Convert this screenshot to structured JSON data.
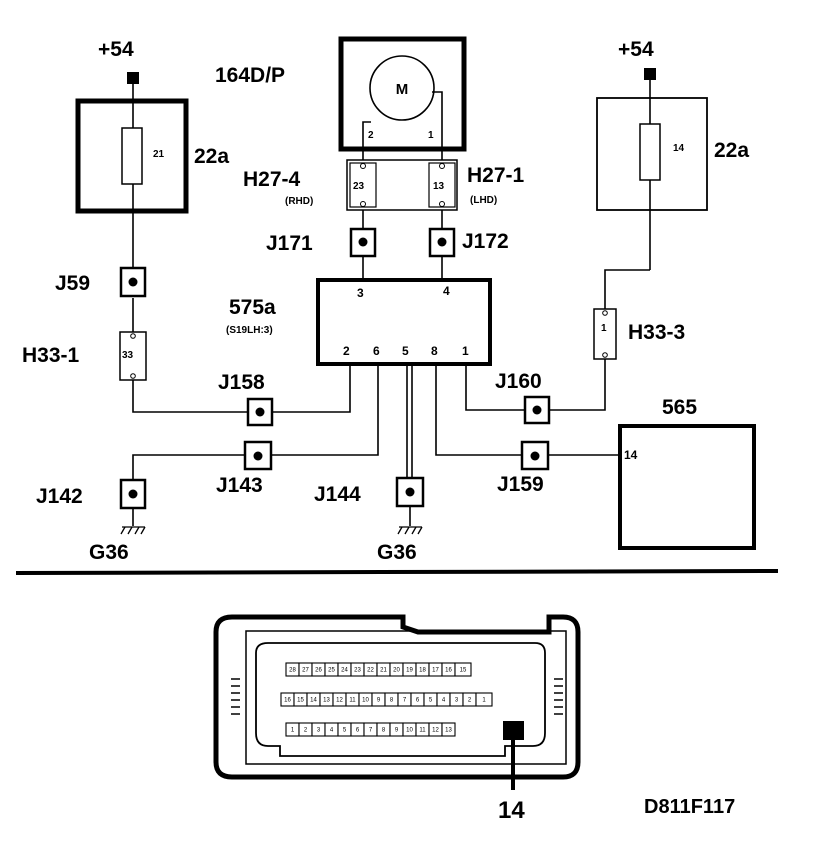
{
  "upper": {
    "supply_left": "+54",
    "supply_right": "+54",
    "fuse_left": {
      "name": "22a",
      "pin": "21"
    },
    "fuse_right": {
      "name": "22a",
      "pin": "14"
    },
    "motor": {
      "name": "164D/P",
      "symbol": "M",
      "pin_left": "2",
      "pin_right": "1"
    },
    "h27_left": {
      "name": "H27-4",
      "note": "(RHD)",
      "pin": "23"
    },
    "h27_right": {
      "name": "H27-1",
      "note": "(LHD)",
      "pin": "13"
    },
    "j171": "J171",
    "j172": "J172",
    "j59": "J59",
    "h33_1": {
      "name": "H33-1",
      "pin": "33"
    },
    "h33_3": {
      "name": "H33-3",
      "pin": "1"
    },
    "module": {
      "name": "575a",
      "note": "(S19LH:3)",
      "pin_top_left": "3",
      "pin_top_right": "4",
      "pins_bottom": [
        "2",
        "6",
        "5",
        "8",
        "1"
      ]
    },
    "j158": "J158",
    "j160": "J160",
    "j143": "J143",
    "j142": "J142",
    "j144": "J144",
    "j159": "J159",
    "ground_left": "G36",
    "ground_center": "G36",
    "ecu": {
      "name": "565",
      "pin": "14"
    }
  },
  "connector": {
    "row1": [
      "28",
      "27",
      "26",
      "25",
      "24",
      "23",
      "22",
      "21",
      "20",
      "19",
      "18",
      "17",
      "16",
      "15"
    ],
    "row2": [
      "16",
      "15",
      "14",
      "13",
      "12",
      "11",
      "10",
      "9",
      "8",
      "7",
      "6",
      "5",
      "4",
      "3",
      "2",
      "1"
    ],
    "row3": [
      "1",
      "2",
      "3",
      "4",
      "5",
      "6",
      "7",
      "8",
      "9",
      "10",
      "11",
      "12",
      "13",
      "14"
    ],
    "highlight_pin": "14",
    "callout": "14"
  },
  "figure_code": "D811F117"
}
